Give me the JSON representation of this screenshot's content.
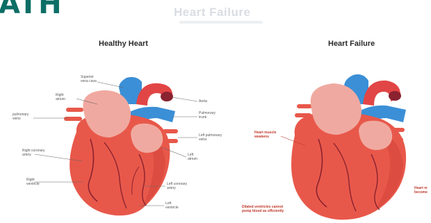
{
  "brand": {
    "text": "ATH"
  },
  "watermark": {
    "title": "Heart Failure"
  },
  "panels": {
    "healthy": {
      "title": "Healthy Heart",
      "labels": {
        "superior_vena_cava": "Superior\nvena cava",
        "right_atrium": "Right\natrium",
        "pulmonary_veins": "pulmonary\nveins",
        "right_coronary_artery": "Right coronary\nartery",
        "right_ventricle": "Right\nventricle",
        "aorta": "Aorta",
        "pulmonary_trunk": "Pulmonary\ntrunk",
        "left_pulmonary_veins": "Left pulmonary\nveins",
        "left_atrium": "Left\natrium",
        "left_coronary_artery": "Left coronary\nartery",
        "left_ventricle": "Left\nventricle"
      }
    },
    "failure": {
      "title": "Heart Failure",
      "labels": {
        "heart_muscle_weakens": "Heart muscle\nweakens",
        "dilated_ventricles": "Dilated ventricles cannot\npump blood as efficiently",
        "heart_becomes": "Heart m\nbecome"
      }
    }
  },
  "colors": {
    "heart_red": "#e8584a",
    "heart_shadow": "#d6443a",
    "atrium_pink": "#f0a9a0",
    "vein_blue": "#3b8fd6",
    "artery_red": "#e24545",
    "vessel_dark": "#8a2230",
    "label_red": "#c0392b",
    "brand_teal": "#0d6e66"
  }
}
